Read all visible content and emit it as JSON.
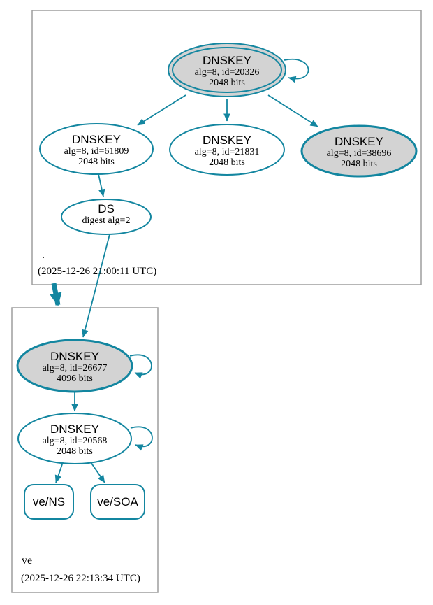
{
  "diagram": {
    "type": "dnssec-authentication-chain-graph"
  },
  "colors": {
    "edge_teal": "#1386a0",
    "node_fill_gray": "#d3d3d3",
    "node_fill_white": "#ffffff",
    "zone_box_border": "#9e9e9e",
    "text": "#000000"
  },
  "root_zone": {
    "label": ".",
    "timestamp": "(2025-12-26 21:00:11 UTC)",
    "ksk_20326": {
      "title": "DNSKEY",
      "detail1": "alg=8, id=20326",
      "detail2": "2048 bits"
    },
    "zsk_61809": {
      "title": "DNSKEY",
      "detail1": "alg=8, id=61809",
      "detail2": "2048 bits"
    },
    "zsk_21831": {
      "title": "DNSKEY",
      "detail1": "alg=8, id=21831",
      "detail2": "2048 bits"
    },
    "ksk_38696": {
      "title": "DNSKEY",
      "detail1": "alg=8, id=38696",
      "detail2": "2048 bits"
    },
    "ds": {
      "title": "DS",
      "detail1": "digest alg=2"
    }
  },
  "ve_zone": {
    "label": "ve",
    "timestamp": "(2025-12-26 22:13:34 UTC)",
    "ksk_26677": {
      "title": "DNSKEY",
      "detail1": "alg=8, id=26677",
      "detail2": "4096 bits"
    },
    "zsk_20568": {
      "title": "DNSKEY",
      "detail1": "alg=8, id=20568",
      "detail2": "2048 bits"
    },
    "rrset_ns": {
      "label": "ve/NS"
    },
    "rrset_soa": {
      "label": "ve/SOA"
    }
  }
}
